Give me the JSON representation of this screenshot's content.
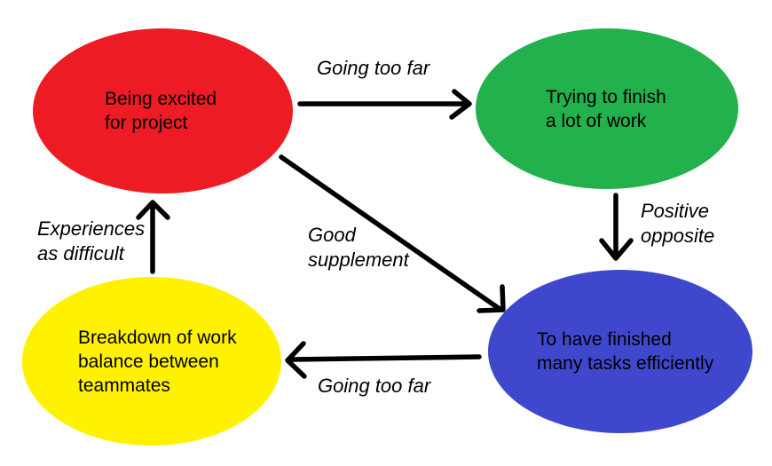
{
  "diagram": {
    "background": "#ffffff",
    "text_color": "#000000",
    "arrow_color": "#000000",
    "nodes": {
      "excited": {
        "lines": [
          "Being excited",
          "for project"
        ],
        "color": "#ed1c24"
      },
      "trying": {
        "lines": [
          "Trying to finish",
          "a lot of work"
        ],
        "color": "#22b14c"
      },
      "breakdown": {
        "lines": [
          "Breakdown of work",
          "balance between",
          "teammates"
        ],
        "color": "#fff200"
      },
      "finished": {
        "lines": [
          "To have finished",
          "many tasks efficiently"
        ],
        "color": "#3f48cc"
      }
    },
    "edges": {
      "excited_to_trying": {
        "label_lines": [
          "Going too far"
        ]
      },
      "trying_to_finished": {
        "label_lines": [
          "Positive",
          "opposite"
        ]
      },
      "finished_to_breakdown": {
        "label_lines": [
          "Going too far"
        ]
      },
      "breakdown_to_excited": {
        "label_lines": [
          "Experiences",
          "as difficult"
        ]
      },
      "excited_to_finished": {
        "label_lines": [
          "Good",
          "supplement"
        ]
      }
    }
  }
}
